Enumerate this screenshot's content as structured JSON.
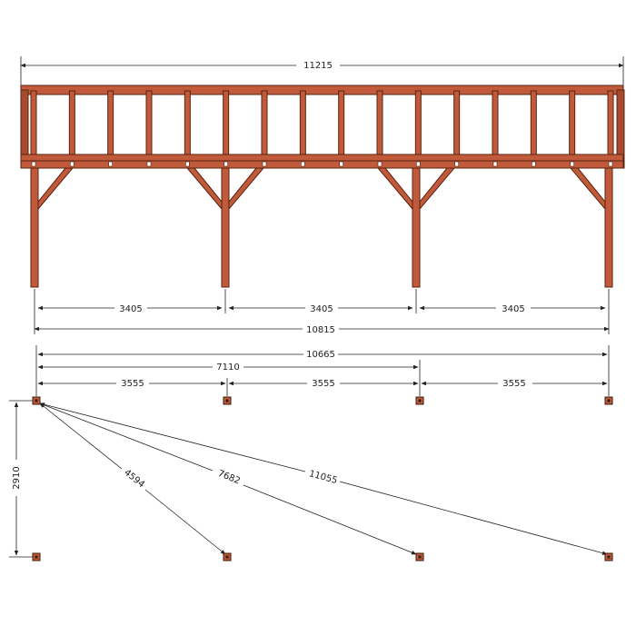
{
  "colors": {
    "wood": "#c05a3a",
    "wood_outline": "#5a2410",
    "dimension_line": "#222222",
    "background": "#ffffff"
  },
  "elevation": {
    "overall_length": "11215",
    "post_span_1": "3405",
    "post_span_2": "3405",
    "post_span_3": "3405",
    "posts_outer": "10815"
  },
  "plan": {
    "total_width": "10665",
    "two_bays": "7110",
    "bay_1": "3555",
    "bay_2": "3555",
    "bay_3": "3555",
    "depth": "2910",
    "diagonal_1": "4594",
    "diagonal_2": "7682",
    "diagonal_3": "11055"
  }
}
